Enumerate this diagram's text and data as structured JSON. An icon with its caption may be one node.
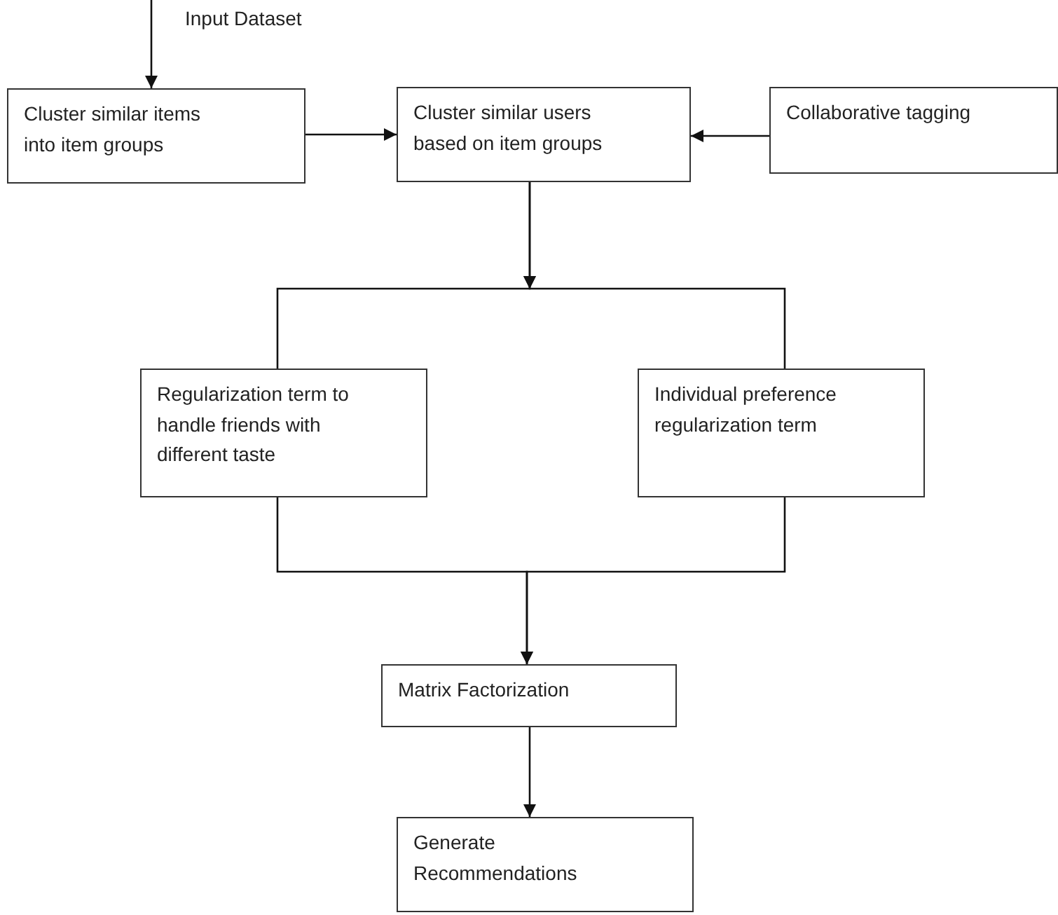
{
  "diagram": {
    "nodes": [
      {
        "text": [
          "Cluster similar items into item groups"
        ]
      },
      {
        "text": [
          "Cluster similar users based on item groups"
        ]
      },
      {
        "text": [
          "Collaborative tagging"
        ]
      },
      {
        "text": [
          "Regularization term to handle friends with different taste"
        ]
      },
      {
        "text": [
          "Individual preference regularization term"
        ]
      },
      {
        "text": [
          "Matrix Factorization"
        ]
      },
      {
        "text": [
          "Generate Recommendations"
        ]
      }
    ],
    "edges": [
      {
        "from": null,
        "to": 0,
        "arrow": "to",
        "label": "Input Dataset"
      },
      {
        "from": 0,
        "to": 1,
        "arrow": "to"
      },
      {
        "from": 2,
        "to": 1,
        "arrow": "to"
      },
      {
        "from": 1,
        "to": 3,
        "arrow": "to"
      },
      {
        "from": 1,
        "to": 4,
        "arrow": "to"
      },
      {
        "from": 3,
        "to": 5,
        "arrow": "to"
      },
      {
        "from": 4,
        "to": 5,
        "arrow": "to"
      },
      {
        "from": 5,
        "to": 6,
        "arrow": "to"
      }
    ]
  }
}
